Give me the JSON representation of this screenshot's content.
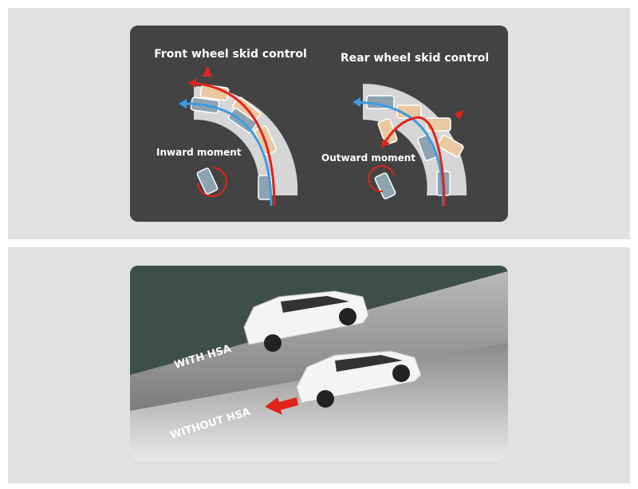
{
  "top": {
    "front_title": "Front wheel skid control",
    "rear_title": "Rear wheel skid control",
    "inward_label": "Inward moment",
    "outward_label": "Outward moment"
  },
  "bottom": {
    "with_label": "WITH HSA",
    "without_label": "WITHOUT HSA"
  },
  "colors": {
    "card": "#434343",
    "road": "#d6d6d6",
    "red": "#e2231a",
    "blue": "#3d9be0",
    "slope_bg": "#3e4f4a"
  }
}
